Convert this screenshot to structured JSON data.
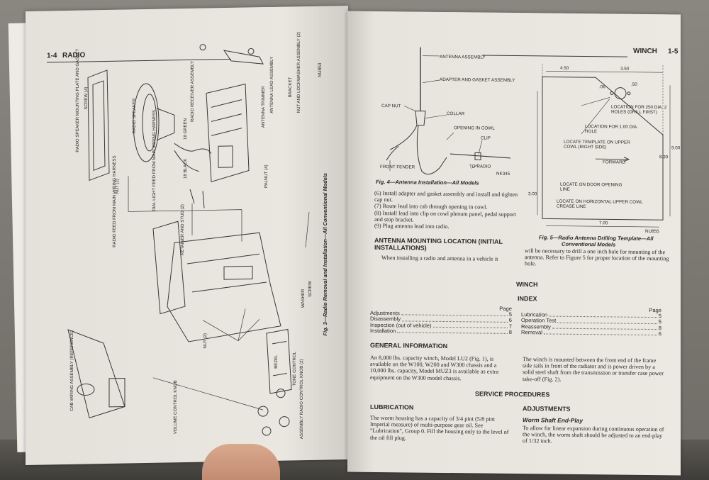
{
  "left_page": {
    "page_number": "1-4",
    "section": "RADIO",
    "figure_code": "NU853",
    "figure_caption": "Fig. 3—Radio Removal and Installation—All Conventional Models",
    "labels": [
      "RADIO SPEAKER MOUNTING PLATE AND GASKET",
      "SCREW (4)",
      "RADIO SPEAKER",
      "18 GREEN",
      "RADIO RECEIVER ASSEMBLY",
      "ANTENNA TRIMMER",
      "ANTENNA LEAD ASSEMBLY",
      "BRACKET",
      "NUT AND LOCKWASHER ASSEMBLY (2)",
      "NUT (2)",
      "18 BLACK",
      "DIAL LIGHT FEED FROM MAIN WIRING HARNESS",
      "RADIO FEED FROM MAIN WIRING HARNESS",
      "PALNUT (4)",
      "RETAINER AND STUD (2)",
      "WASHER",
      "SCREW",
      "CAB WIRING ASSEMBLY (REFERENCE)",
      "NUT (2)",
      "BEZEL",
      "VOLUME CONTROL KNOB",
      "TONE CONTROL",
      "ASSEMBLY RADIO CONTROL KNOB (2)"
    ]
  },
  "right_page": {
    "section": "WINCH",
    "page_number": "1-5",
    "fig4": {
      "labels": [
        "ANTENNA ASSEMBLY",
        "ADAPTER AND GASKET ASSEMBLY",
        "CAP NUT",
        "COLLAR",
        "OPENING IN COWL",
        "CLIP",
        "FRONT FENDER",
        "TO RADIO",
        "NK345"
      ],
      "caption": "Fig. 4—Antenna Installation—All Models"
    },
    "fig5": {
      "dims": [
        "4.50",
        "3.50",
        ".06",
        ".50",
        "9.00",
        "8.30",
        "3.00",
        "7.00",
        "NU855"
      ],
      "labels": [
        "LOCATION FOR 250 DIA. 2 HOLES (DRILL FIRST)",
        "LOCATION FOR 1.00 DIA. HOLE",
        "LOCATE TEMPLATE ON UPPER COWL (RIGHT SIDE)",
        "FORWARD",
        "LOCATE ON DOOR OPENING LINE",
        "LOCATE ON HORIZONTAL UPPER COWL CREASE LINE"
      ],
      "caption_line1": "Fig. 5—Radio Antenna Drilling Template—All",
      "caption_line2": "Conventional Models"
    },
    "steps": [
      "(6)  Install adapter and gasket assembly and install and tighten cap nut.",
      "(7)  Route lead into cab through opening in cowl.",
      "(8)  Install lead into clip on cowl plenum panel, pedal support and stop bracket.",
      "(9)  Plug antenna lead into radio."
    ],
    "antenna_heading": "ANTENNA MOUNTING LOCATION (INITIAL INSTALLATIONS)",
    "antenna_text_left": "When installing a radio and antenna in a vehicle it",
    "antenna_text_right": "will be necessary to drill a one inch hole for mounting of the antenna. Refer to Figure 5 for proper location of the mounting hole.",
    "winch_title": "WINCH",
    "index_title": "INDEX",
    "page_col_label": "Page",
    "index_left": [
      {
        "label": "Adjustments",
        "page": "5"
      },
      {
        "label": "Disassembly",
        "page": "6"
      },
      {
        "label": "Inspection (out of vehicle)",
        "page": "7"
      },
      {
        "label": "Installation",
        "page": "8"
      }
    ],
    "index_right": [
      {
        "label": "Lubrication",
        "page": "5"
      },
      {
        "label": "Operation Test",
        "page": "5"
      },
      {
        "label": "Reassembly",
        "page": "8"
      },
      {
        "label": "Removal",
        "page": "6"
      }
    ],
    "general_heading": "GENERAL INFORMATION",
    "general_left": "An 8,000 lbs. capacity winch, Model LU2 (Fig. 1), is available on the W100, W200 and W300 chassis and a 10,000 lbs. capacity, Model MUZ3 is available as extra equipment on the W300 model chassis.",
    "general_right": "The winch is mounted between the front end of the frame side rails in front of the radiator and is power driven by a solid steel shaft from the transmission or transfer case power take-off (Fig. 2).",
    "service_heading": "SERVICE PROCEDURES",
    "lubrication_heading": "LUBRICATION",
    "lubrication_text": "The worm housing has a capacity of 3/4 pint (5/8 pint Imperial measure) of multi-purpose gear oil. See \"Lubrication\", Group 0. Fill the housing only to the level of the oil fill plug.",
    "adjustments_heading": "ADJUSTMENTS",
    "worm_heading": "Worm Shaft End-Play",
    "worm_text": "To allow for linear expansion during continuous operation of the winch, the worm shaft should be adjusted to an end-play of 1/32 inch."
  }
}
